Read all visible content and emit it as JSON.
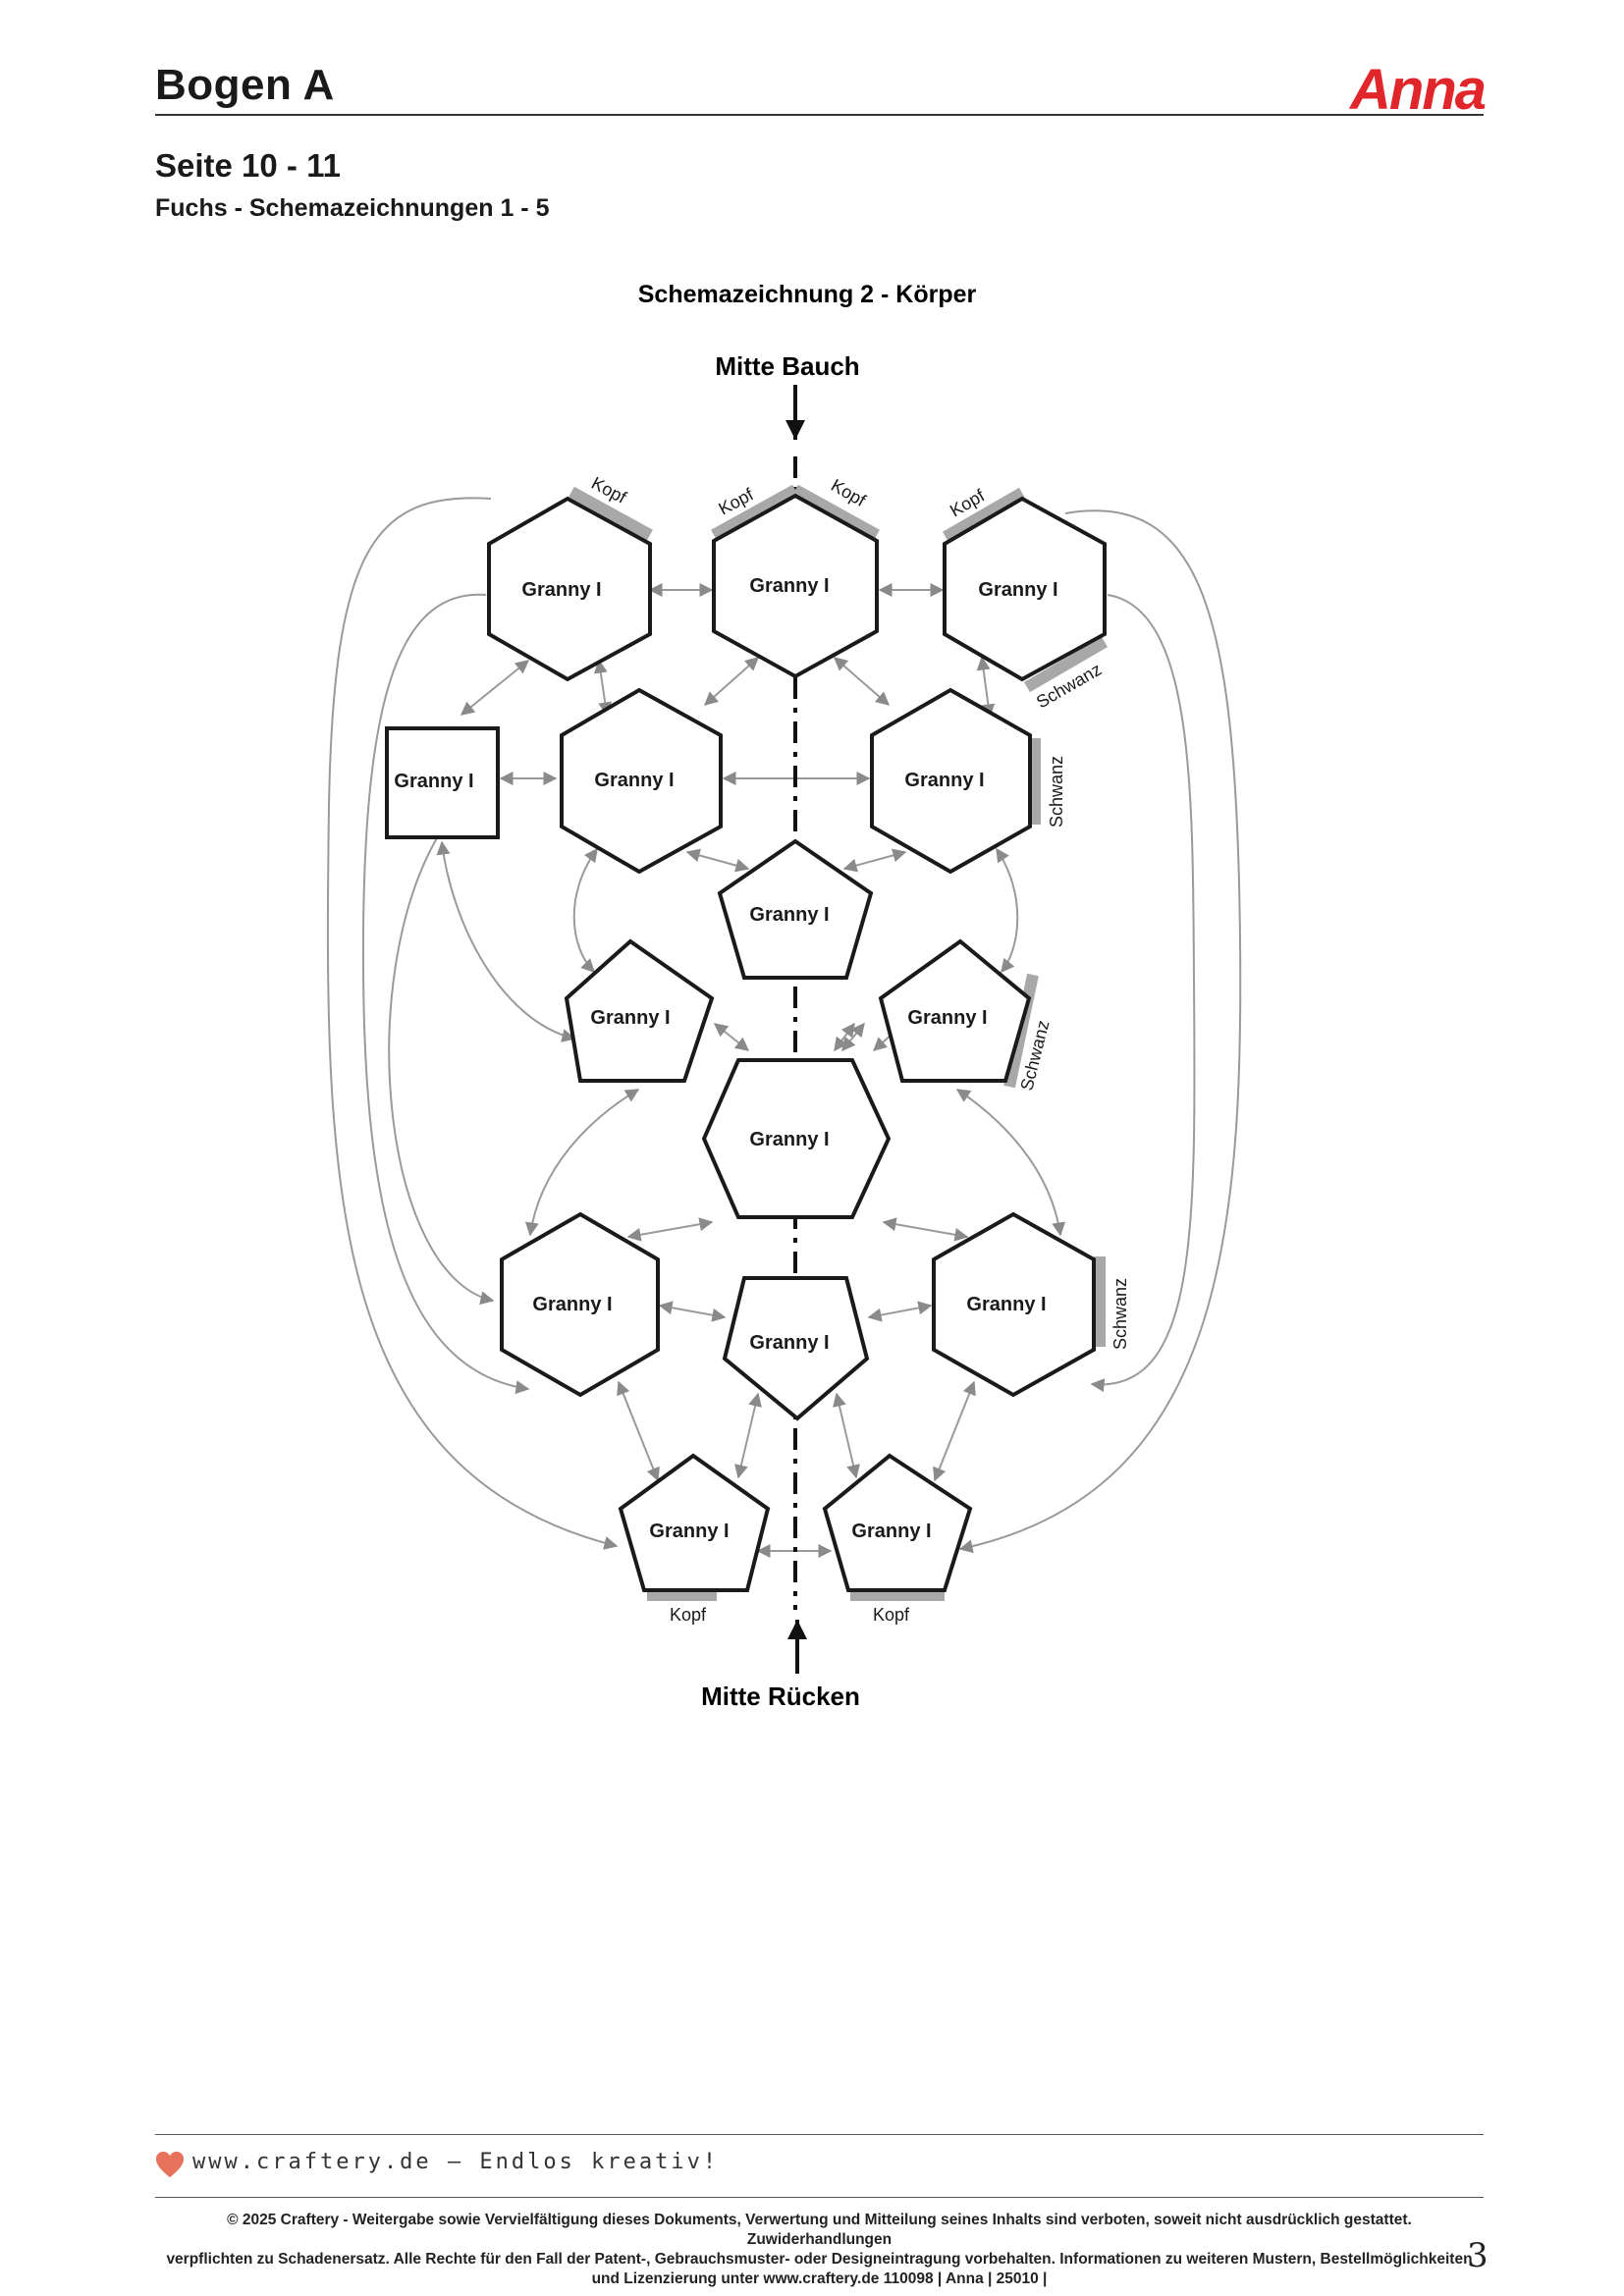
{
  "header": {
    "title": "Bogen A",
    "brand": "Anna",
    "brand_color": "#e0262b",
    "subtitle": "Seite 10 - 11",
    "subtitle2": "Fuchs - Schemazeichnungen 1 - 5"
  },
  "diagram": {
    "title": "Schemazeichnung 2 - Körper",
    "top_label": "Mitte Bauch",
    "bottom_label": "Mitte Rücken",
    "piece_label": "Granny I",
    "edge_head": "Kopf",
    "edge_tail": "Schwanz",
    "pieces": [
      {
        "id": "h1",
        "shape": "hexagon"
      },
      {
        "id": "h2",
        "shape": "hexagon"
      },
      {
        "id": "h3",
        "shape": "hexagon"
      },
      {
        "id": "sq",
        "shape": "square"
      },
      {
        "id": "h4",
        "shape": "hexagon"
      },
      {
        "id": "h5",
        "shape": "hexagon"
      },
      {
        "id": "p1",
        "shape": "pentagon"
      },
      {
        "id": "p2",
        "shape": "pentagon"
      },
      {
        "id": "p3",
        "shape": "pentagon"
      },
      {
        "id": "h6",
        "shape": "hexagon"
      },
      {
        "id": "h7",
        "shape": "hexagon"
      },
      {
        "id": "h8",
        "shape": "hexagon"
      },
      {
        "id": "p4",
        "shape": "pentagon"
      },
      {
        "id": "p5",
        "shape": "pentagon"
      },
      {
        "id": "p6",
        "shape": "pentagon"
      }
    ],
    "colors": {
      "outline": "#1a1a1a",
      "connector": "#9a9a9a",
      "edge_mark": "#a8a8a8"
    }
  },
  "footer": {
    "website": "www.craftery.de – Endlos kreativ!",
    "heart_color": "#e8735c",
    "copyright_line1": "© 2025 Craftery - Weitergabe sowie Vervielfältigung dieses Dokuments, Verwertung und Mitteilung seines Inhalts sind verboten, soweit nicht ausdrücklich gestattet. Zuwiderhandlungen",
    "copyright_line2": "verpflichten zu Schadenersatz. Alle Rechte für den Fall der Patent-, Gebrauchsmuster- oder Designeintragung vorbehalten. Informationen zu weiteren Mustern, Bestellmöglichkeiten",
    "copyright_line3": "und Lizenzierung unter www.craftery.de  110098 | Anna | 25010 |",
    "page_number": "3"
  }
}
